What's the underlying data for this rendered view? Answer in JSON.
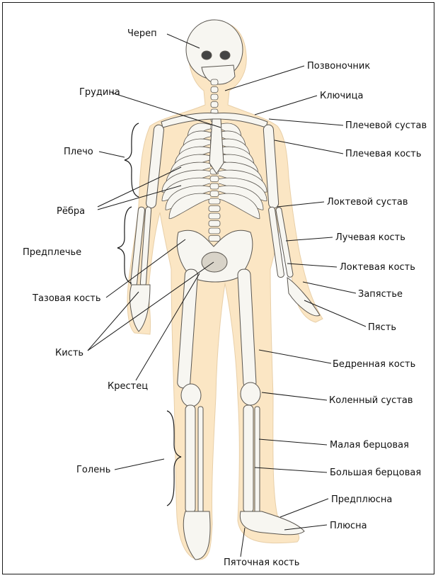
{
  "labels": {
    "cherep": "Череп",
    "pozvonochnik": "Позвоночник",
    "grudina": "Грудина",
    "klyuchitsa": "Ключица",
    "plechevoy_sustav": "Плечевой сустав",
    "plecho": "Плечо",
    "plechevaya_kost": "Плечевая кость",
    "ryobra": "Рёбра",
    "loktevoy_sustav": "Локтевой сустав",
    "luchevaya_kost": "Лучевая кость",
    "predplechye": "Предплечье",
    "loktevaya_kost": "Локтевая кость",
    "zapyastye": "Запястье",
    "tazovaya_kost": "Тазовая кость",
    "pyast": "Пясть",
    "kist": "Кисть",
    "bedrennaya_kost": "Бедренная кость",
    "krestets": "Крестец",
    "kolenny_sustav": "Коленный сустав",
    "malaya_bertsovaya": "Малая берцовая",
    "golen": "Голень",
    "bolshaya_bertsovaya": "Большая берцовая",
    "predplyusna": "Предплюсна",
    "plyusna": "Плюсна",
    "pyatochnaya_kost": "Пяточная кость"
  },
  "colors": {
    "skin": "#fbe6c4",
    "bone": "#f7f6f1",
    "bone_stroke": "#5a5650",
    "leader": "#1a1a1a"
  }
}
